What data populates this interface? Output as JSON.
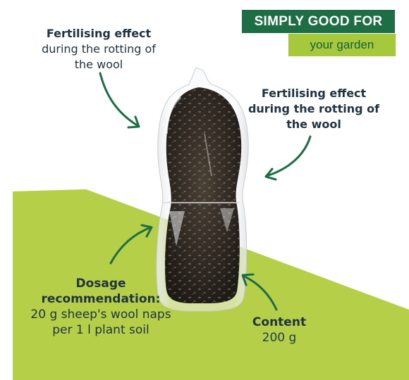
{
  "badge": {
    "line1": "SIMPLY GOOD FOR",
    "line2": "your garden"
  },
  "annotations": {
    "top_left": {
      "title": "Fertilising effect",
      "line2": "during the rotting of",
      "line3": "the wool"
    },
    "top_right": {
      "title": "Fertilising effect",
      "line2": "during the rotting of",
      "line3": "the wool"
    },
    "dosage": {
      "title1": "Dosage",
      "title2": "recommendation:",
      "line3": "20 g sheep's wool naps",
      "line4": "per 1 l plant soil"
    },
    "content": {
      "title": "Content",
      "value": "200 g"
    }
  },
  "colors": {
    "dark_green": "#1d6e45",
    "lime_green": "#a6c93c",
    "text_dark": "#1f3340",
    "arrow_green": "#1d6e45"
  },
  "icons": [
    "arrow-icon"
  ]
}
